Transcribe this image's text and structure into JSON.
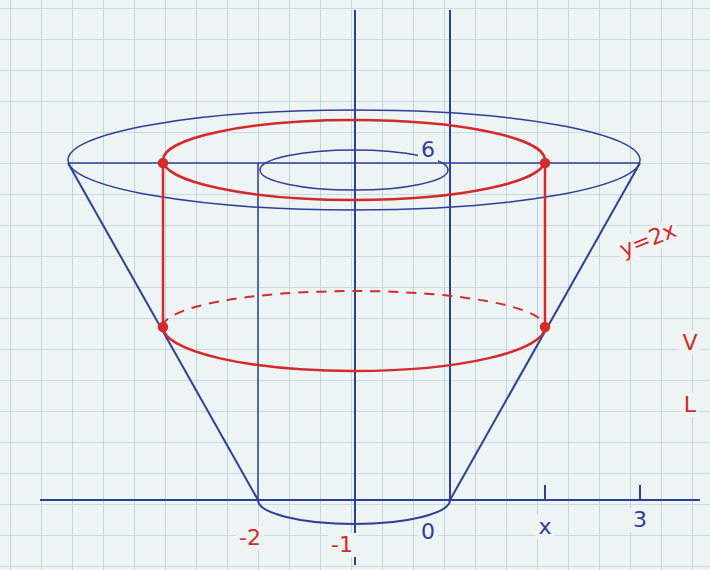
{
  "diagram": {
    "labels": [
      "6",
      "y=2x",
      "-2",
      "-1",
      "0",
      "x",
      "3",
      "V",
      "L"
    ]
  }
}
